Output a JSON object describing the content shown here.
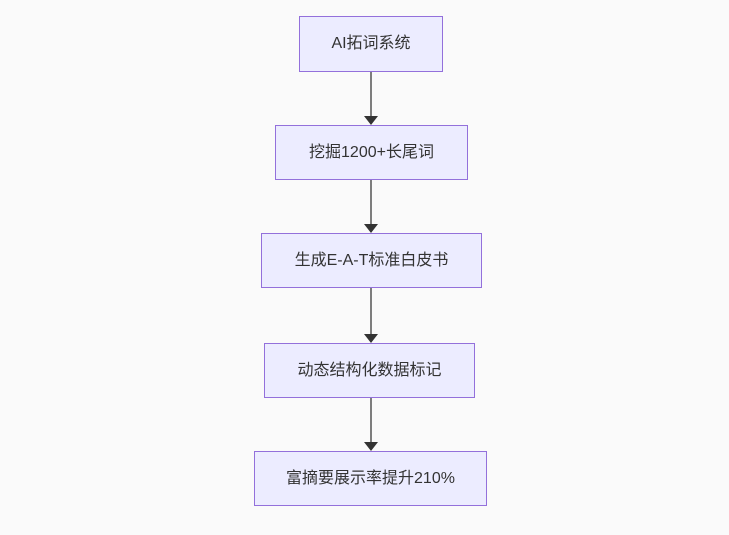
{
  "page": {
    "background_color": "#fafafa"
  },
  "diagram": {
    "type": "flowchart",
    "direction": "top-down",
    "style": {
      "node_fill": "#ECECFF",
      "node_border": "#9370DB",
      "text_color": "#333333",
      "arrow_line_color": "#7d7d7d",
      "arrow_head_color": "#333333"
    },
    "nodes": [
      {
        "id": "n1",
        "label": "AI拓词系统"
      },
      {
        "id": "n2",
        "label": "挖掘1200+长尾词"
      },
      {
        "id": "n3",
        "label": "生成E-A-T标准白皮书"
      },
      {
        "id": "n4",
        "label": "动态结构化数据标记"
      },
      {
        "id": "n5",
        "label": "富摘要展示率提升210%"
      }
    ],
    "edges": [
      {
        "from": "n1",
        "to": "n2"
      },
      {
        "from": "n2",
        "to": "n3"
      },
      {
        "from": "n3",
        "to": "n4"
      },
      {
        "from": "n4",
        "to": "n5"
      }
    ]
  }
}
